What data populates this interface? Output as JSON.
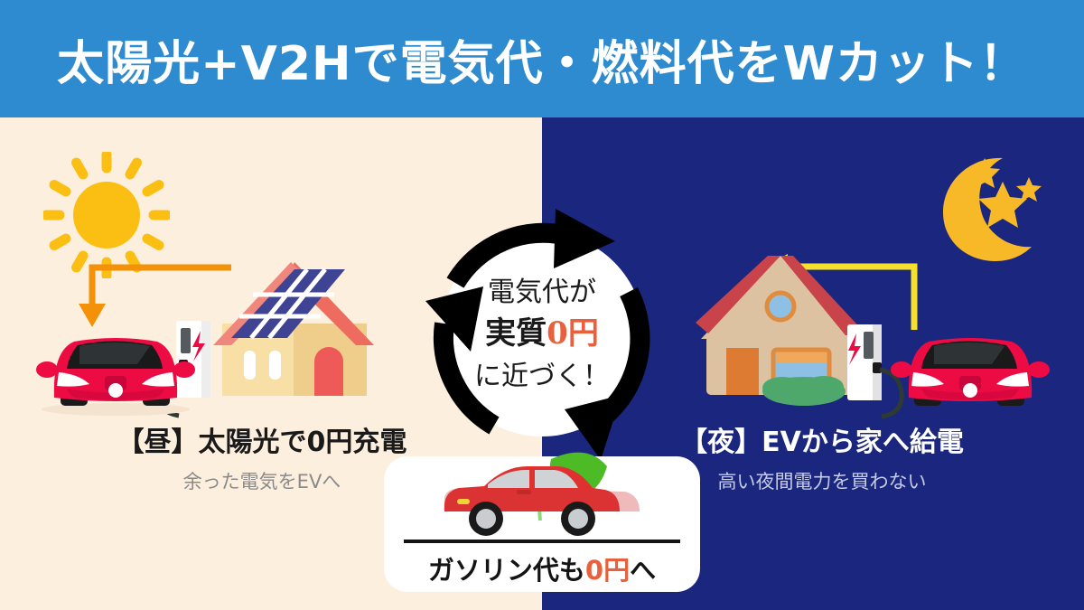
{
  "header": {
    "title": "太陽光+V2Hで電気代・燃料代をWカット！",
    "bg_color": "#2E8BCF",
    "text_color": "#FFFFFF"
  },
  "theme": {
    "day_bg": "#FDEFDD",
    "night_bg": "#1B267E",
    "accent_orange": "#E8613C",
    "sun_yellow": "#FBBF13",
    "moon_yellow": "#F8B928",
    "day_arrow": "#F39208",
    "night_arrow": "#F5E12A",
    "car_red": "#EC0B43",
    "panel_blue": "#3F4394"
  },
  "day": {
    "icon": "sun-icon",
    "caption_main": "【昼】太陽光で0円充電",
    "caption_sub": "余った電気をEVへ",
    "arrow_direction": "house-to-car",
    "scene_items": [
      "ev-car",
      "v2h-charger",
      "house-with-solar-panels"
    ]
  },
  "night": {
    "icon": "moon-icon",
    "caption_main": "【夜】EVから家へ給電",
    "caption_sub": "高い夜間電力を買わない",
    "arrow_direction": "car-to-house",
    "scene_items": [
      "house",
      "v2h-charger",
      "ev-car"
    ]
  },
  "cycle": {
    "line1": "電気代が",
    "line2_prefix": "実質",
    "line2_accent": "0円",
    "line3": "に近づく！",
    "arrow_count": 3,
    "arrow_color": "#000000"
  },
  "gas_card": {
    "label_prefix": "ガソリン代も",
    "label_accent": "0円",
    "label_suffix": "へ",
    "illustration": "red-car-with-leaf"
  }
}
